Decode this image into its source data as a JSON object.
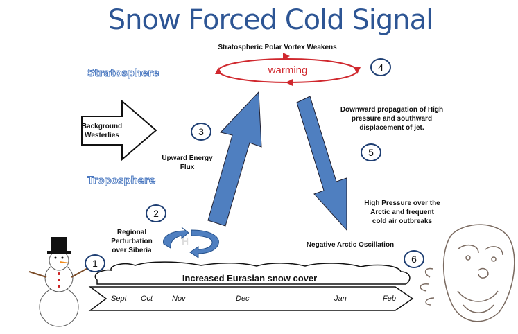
{
  "title": "Snow Forced Cold Signal",
  "labels": {
    "vortex": "Stratospheric Polar Vortex Weakens",
    "warming": "warming",
    "stratosphere": "Stratosphere",
    "troposphere": "Troposphere",
    "westerlies": [
      "Background",
      "Westerlies"
    ],
    "upward": [
      "Upward Energy",
      "Flux"
    ],
    "downward": [
      "Downward propagation of High",
      "pressure and southward",
      "displacement of jet."
    ],
    "high_pressure": [
      "High Pressure over the",
      "Arctic and frequent",
      "cold air outbreaks"
    ],
    "regional": [
      "Regional",
      "Perturbation",
      "over Siberia"
    ],
    "h": "H",
    "nao": "Negative Arctic Oscillation",
    "snow": "Increased Eurasian snow cover"
  },
  "steps": [
    "1",
    "2",
    "3",
    "4",
    "5",
    "6"
  ],
  "months": [
    "Sept",
    "Oct",
    "Nov",
    "Dec",
    "Jan",
    "Feb"
  ],
  "colors": {
    "title": "#2d5594",
    "arrow": "#4f7fc0",
    "warming": "#d0282e",
    "circle": "#1f3f73"
  }
}
